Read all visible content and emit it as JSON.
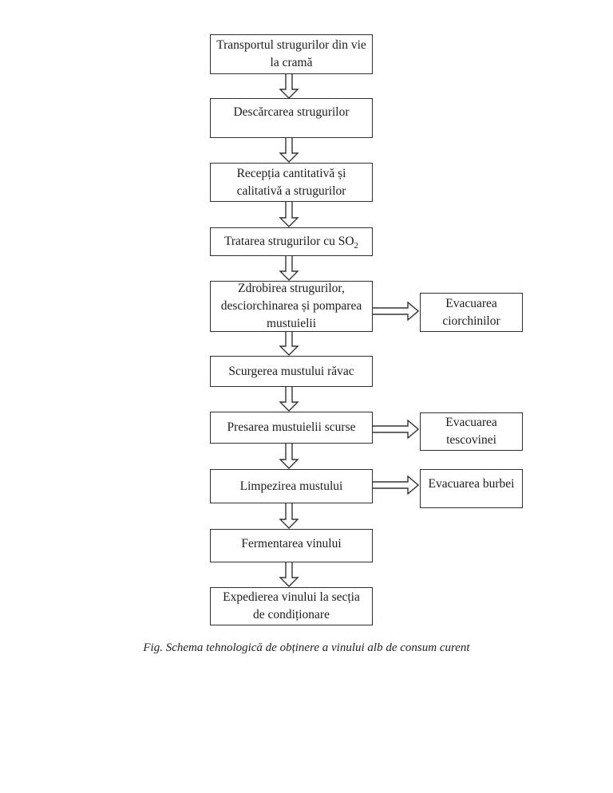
{
  "page": {
    "caption": "Fig. Schema tehnologică de obținere a vinului alb de consum curent"
  },
  "colors": {
    "background": "#ffffff",
    "ink": "#1c1c1c",
    "box_border": "#2e2e2e"
  },
  "flowchart": {
    "type": "flowchart",
    "main_steps": [
      {
        "label": "Transportul strugurilor din vie la cramă"
      },
      {
        "label": "Descărcarea strugurilor"
      },
      {
        "label": "Recepția cantitativă și calitativă a strugurilor"
      },
      {
        "label": "Tratarea strugurilor cu SO",
        "subscript": "2"
      },
      {
        "label": "Zdrobirea strugurilor, desciorchinarea și pomparea mustuielii"
      },
      {
        "label": "Scurgerea mustului răvac"
      },
      {
        "label": "Presarea mustuielii scurse"
      },
      {
        "label": "Limpezirea mustului"
      },
      {
        "label": "Fermentarea vinului"
      },
      {
        "label": "Expedierea vinului la secția de condiționare"
      }
    ],
    "side_outputs": [
      {
        "label": "Evacuarea ciorchinilor",
        "from_step_index": 4
      },
      {
        "label": "Evacuarea tescovinei",
        "from_step_index": 6
      },
      {
        "label": "Evacuarea burbei",
        "from_step_index": 7
      }
    ]
  }
}
